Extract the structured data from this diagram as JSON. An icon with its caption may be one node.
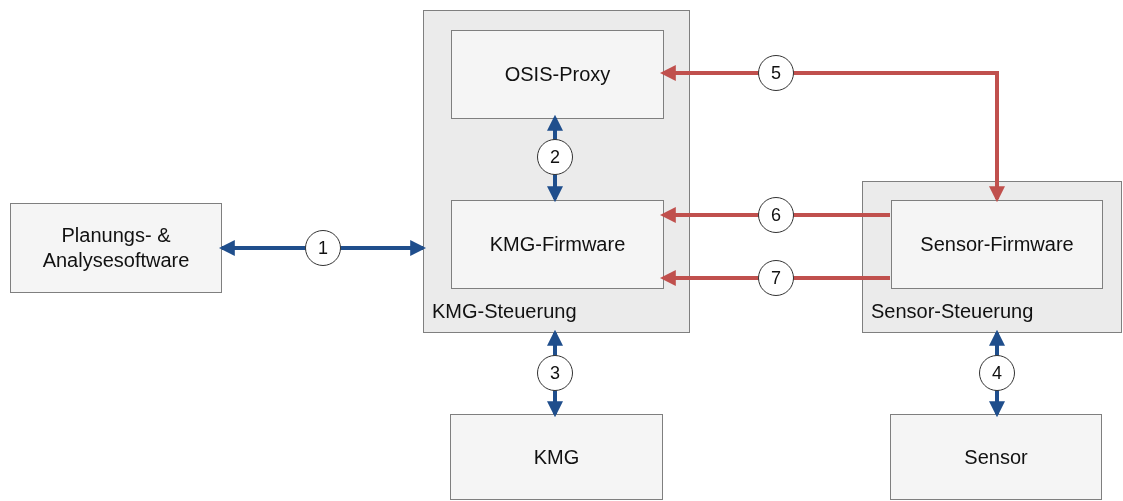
{
  "diagram": {
    "nodes": [
      {
        "text": [
          "Planungs- & Analysesoftware"
        ]
      },
      {
        "text": [
          "KMG-Steuerung"
        ]
      },
      {
        "text": [
          "OSIS-Proxy"
        ],
        "in": 1
      },
      {
        "text": [
          "KMG-Firmware"
        ],
        "in": 1
      },
      {
        "text": [
          "Sensor-Steuerung"
        ]
      },
      {
        "text": [
          "Sensor-Firmware"
        ],
        "in": 4
      },
      {
        "text": [
          "KMG"
        ]
      },
      {
        "text": [
          "Sensor"
        ]
      }
    ],
    "edges": [
      {
        "from": 0,
        "to": 1,
        "arrow": "both",
        "label": "1"
      },
      {
        "from": 2,
        "to": 3,
        "arrow": "both",
        "label": "2"
      },
      {
        "from": 1,
        "to": 6,
        "arrow": "both",
        "label": "3"
      },
      {
        "from": 4,
        "to": 7,
        "arrow": "both",
        "label": "4"
      },
      {
        "from": 5,
        "to": 2,
        "arrow": "both",
        "label": "5",
        "color": "#c0504d"
      },
      {
        "from": 5,
        "to": 3,
        "arrow": "to",
        "label": "6",
        "color": "#c0504d"
      },
      {
        "from": 5,
        "to": 3,
        "arrow": "to",
        "label": "7",
        "color": "#c0504d"
      }
    ]
  }
}
